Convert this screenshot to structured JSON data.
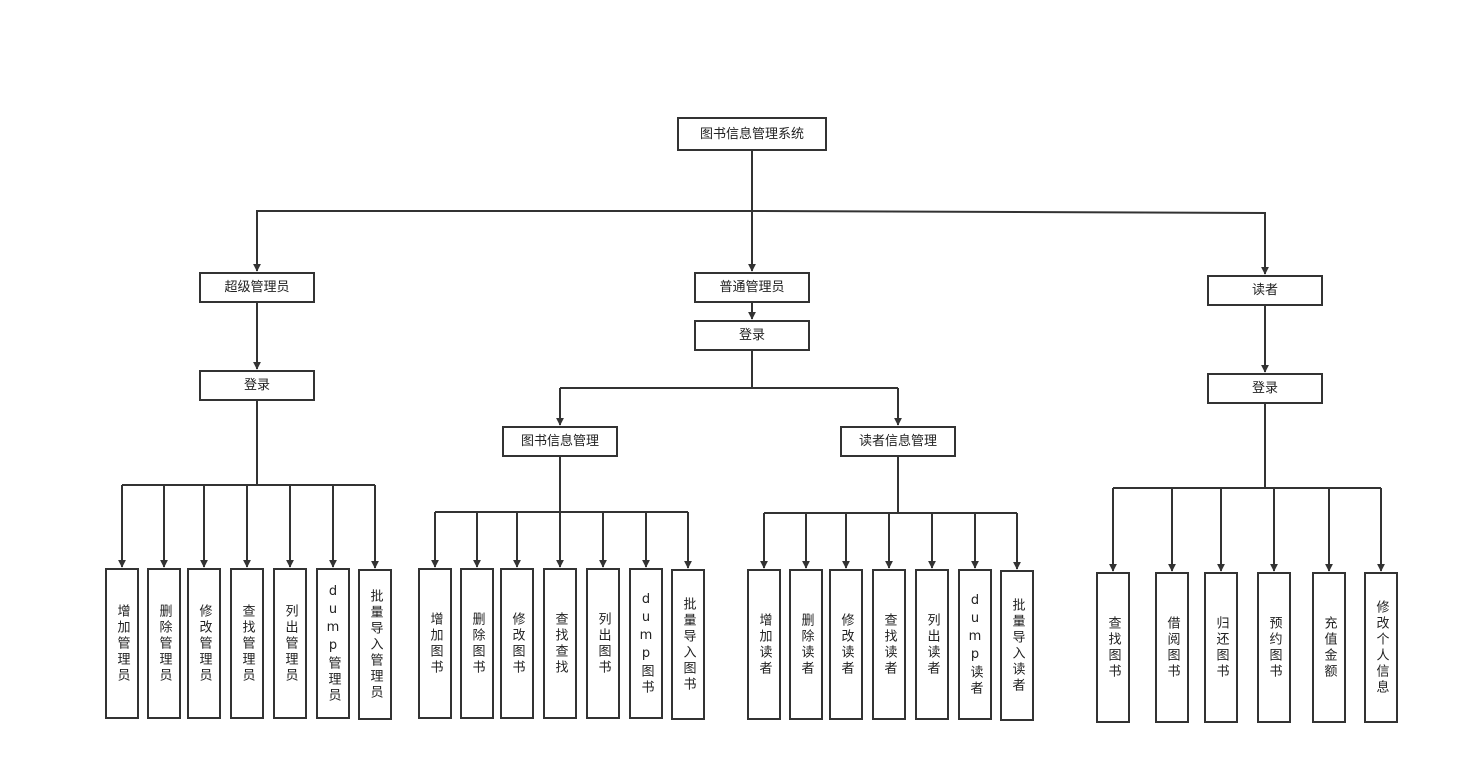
{
  "root": {
    "label": "图书信息管理系统"
  },
  "super_admin": {
    "label": "超级管理员",
    "login": "登录",
    "actions": [
      "增加管理员",
      "删除管理员",
      "修改管理员",
      "查找管理员",
      "列出管理员",
      "dump管理员",
      "批量导入管理员"
    ]
  },
  "admin": {
    "label": "普通管理员",
    "login": "登录",
    "book_mgmt": {
      "label": "图书信息管理",
      "actions": [
        "增加图书",
        "删除图书",
        "修改图书",
        "查找查找",
        "列出图书",
        "dump图书",
        "批量导入图书"
      ]
    },
    "reader_mgmt": {
      "label": "读者信息管理",
      "actions": [
        "增加读者",
        "删除读者",
        "修改读者",
        "查找读者",
        "列出读者",
        "dump读者",
        "批量导入读者"
      ]
    }
  },
  "reader": {
    "label": "读者",
    "login": "登录",
    "actions": [
      "查找图书",
      "借阅图书",
      "归还图书",
      "预约图书",
      "充值金额",
      "修改个人信息"
    ]
  }
}
